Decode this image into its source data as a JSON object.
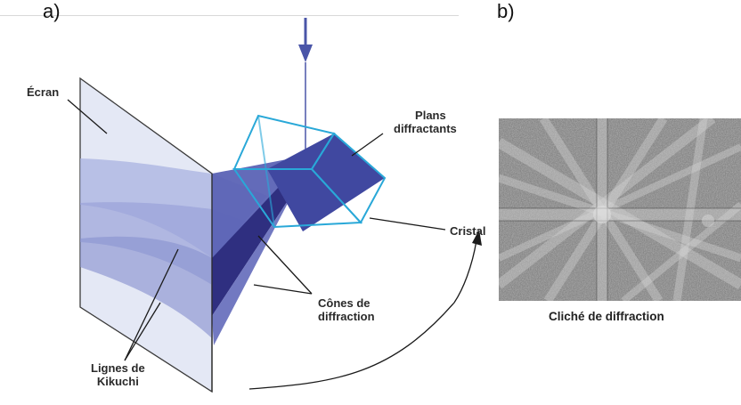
{
  "panel_a": {
    "label": "a)",
    "labels": {
      "ecran": "Écran",
      "plans": [
        "Plans",
        "diffractants"
      ],
      "cristal": "Cristal",
      "cones": [
        "Cônes de",
        "diffraction"
      ],
      "kikuchi": [
        "Lignes de",
        "Kikuchi"
      ]
    }
  },
  "panel_b": {
    "label": "b)",
    "caption": "Cliché de diffraction"
  },
  "colors": {
    "screen": "#9aa6d8",
    "cone_dark": "#3c3f98",
    "cone_mid": "#5b63b5",
    "crystal": "#29a8d8",
    "beam": "#4a55a8"
  }
}
